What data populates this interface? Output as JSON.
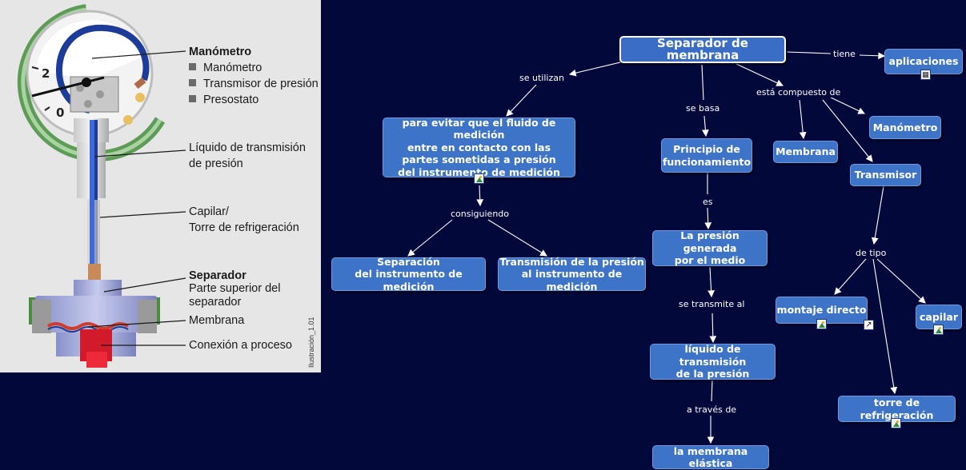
{
  "illustration": {
    "labels": {
      "manometro_title": "Manómetro",
      "manometro_items": [
        "Manómetro",
        "Transmisor de presión",
        "Presostato"
      ],
      "liquido_1": "Líquido de transmisión",
      "liquido_2": "de presión",
      "capilar_1": "Capilar/",
      "capilar_2": "Torre de refrigeración",
      "separador_title": "Separador",
      "separador_1": "Parte superior del",
      "separador_2": "separador",
      "membrana": "Membrana",
      "conexion": "Conexión a proceso",
      "illus_code": "Ilustración_1.01",
      "dial_2": "2",
      "dial_0": "0"
    }
  },
  "concept_map": {
    "nodes": {
      "root": "Separador de membrana",
      "aplicaciones": "aplicaciones",
      "evitar": "para evitar que el fluido de medición\nentre en contacto con las\npartes sometidas a presión\ndel instrumento de medición",
      "principio": "Principio de\nfuncionamiento",
      "membrana": "Membrana",
      "manometro": "Manómetro",
      "transmisor": "Transmisor",
      "separacion": "Separación\ndel instrumento de medición",
      "transmision": "Transmisión de la presión\nal instrumento de medición",
      "presion": "La presión generada\npor el medio",
      "montaje": "montaje directo",
      "capilar": "capilar",
      "liquido": "líquido de transmisión\nde la presión",
      "torre": "torre de refrigeración",
      "membrana_elastica": "la membrana elástica"
    },
    "links": {
      "tiene": "tiene",
      "se_utilizan": "se utilizan",
      "se_basa": "se basa",
      "compuesto": "está compuesto de",
      "consiguiendo": "consiguiendo",
      "es": "es",
      "de_tipo": "de tipo",
      "se_transmite": "se transmite al",
      "a_traves": "a través de"
    },
    "icons": [
      "attachment-icon",
      "image-icon",
      "shortcut-arrow-icon"
    ],
    "colors": {
      "background": "#03083a",
      "node": "#3e74c8",
      "text": "#ffffff",
      "line": "#ffffff"
    }
  }
}
